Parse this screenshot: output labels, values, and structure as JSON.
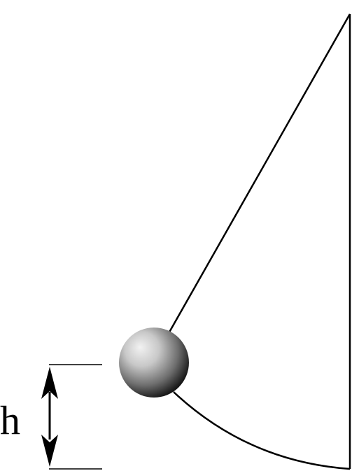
{
  "diagram": {
    "height_label": "h"
  },
  "colors": {
    "line": "#000000",
    "background": "#ffffff",
    "ball_highlight": "#f2f2f2",
    "ball_mid": "#9a9a9a",
    "ball_shadow": "#0a0a0a"
  },
  "icons": {
    "ball": "pendulum-bob",
    "height_marker": "double-headed-arrow"
  }
}
